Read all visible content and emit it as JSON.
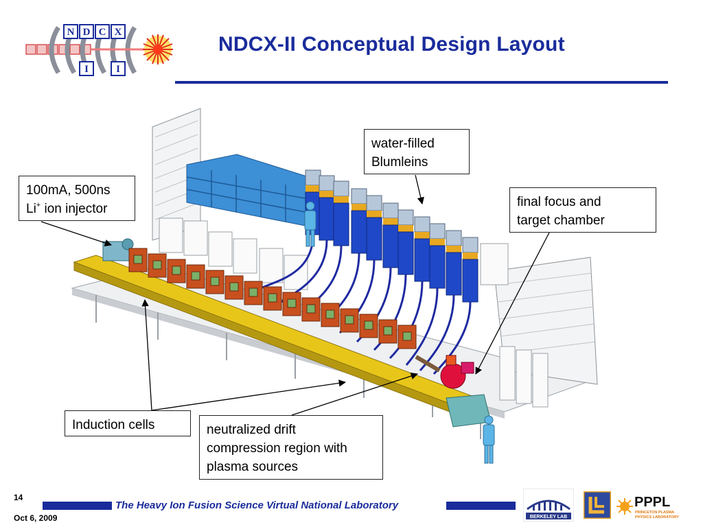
{
  "header": {
    "title": "NDCX-II Conceptual Design Layout",
    "logo_letters": [
      "N",
      "D",
      "C",
      "X",
      "I",
      "I"
    ]
  },
  "callouts": {
    "injector_line1": "100mA, 500ns",
    "injector_line2_prefix": "Li",
    "injector_superscript": "+",
    "injector_line2_suffix": " ion injector",
    "blumleins_line1": "water-filled",
    "blumleins_line2": "Blumleins",
    "focus_line1": "final focus and",
    "focus_line2": "target chamber",
    "induction": "Induction cells",
    "drift_line1": "neutralized drift",
    "drift_line2": "compression region with",
    "drift_line3": "plasma sources"
  },
  "footer": {
    "slide_number": "14",
    "date": "Oct 6, 2009",
    "lab_name": "The Heavy Ion Fusion Science Virtual National Laboratory",
    "berkeley_logo_text": "BERKELEY LAB",
    "pppl_logo_text": "PPPL",
    "pppl_subtitle_1": "PRINCETON PLASMA",
    "pppl_subtitle_2": "PHYSICS LABORATORY"
  },
  "colors": {
    "title_blue": "#1a2c9b",
    "beam_yellow": "#e8c619",
    "cell_orange": "#c8501e",
    "blumlein_blue": "#1f48c8",
    "tank_blue": "#3d8fd6",
    "chamber_red": "#e0103c"
  }
}
